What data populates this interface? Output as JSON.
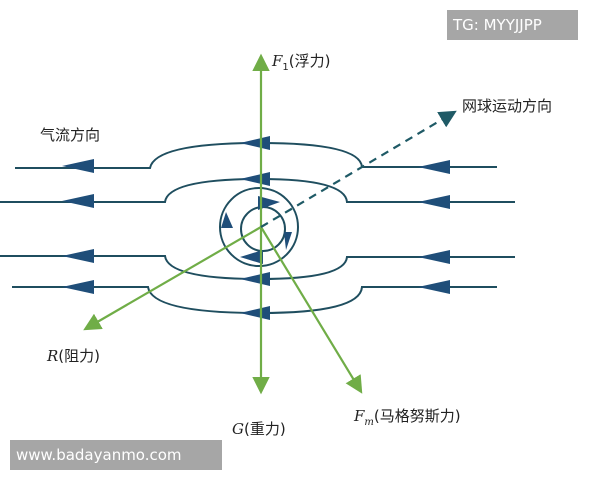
{
  "labels": {
    "buoyancy_symbol": "F",
    "buoyancy_sub": "1",
    "buoyancy": "(浮力)",
    "ball_direction": "网球运动方向",
    "airflow": "气流方向",
    "drag_symbol": "R",
    "drag": "(阻力)",
    "gravity_symbol": "G",
    "gravity": "(重力)",
    "magnus_symbol": "F",
    "magnus_sub": "m",
    "magnus": "(马格努斯力)"
  },
  "watermarks": {
    "top": "TG: MYYJJPP",
    "bottom": "www.badayanmo.com"
  },
  "colors": {
    "streamline": "#1f4e5f",
    "force": "#70ad47",
    "arrowhead": "#1f4e79",
    "direction": "#2a5f6a"
  }
}
